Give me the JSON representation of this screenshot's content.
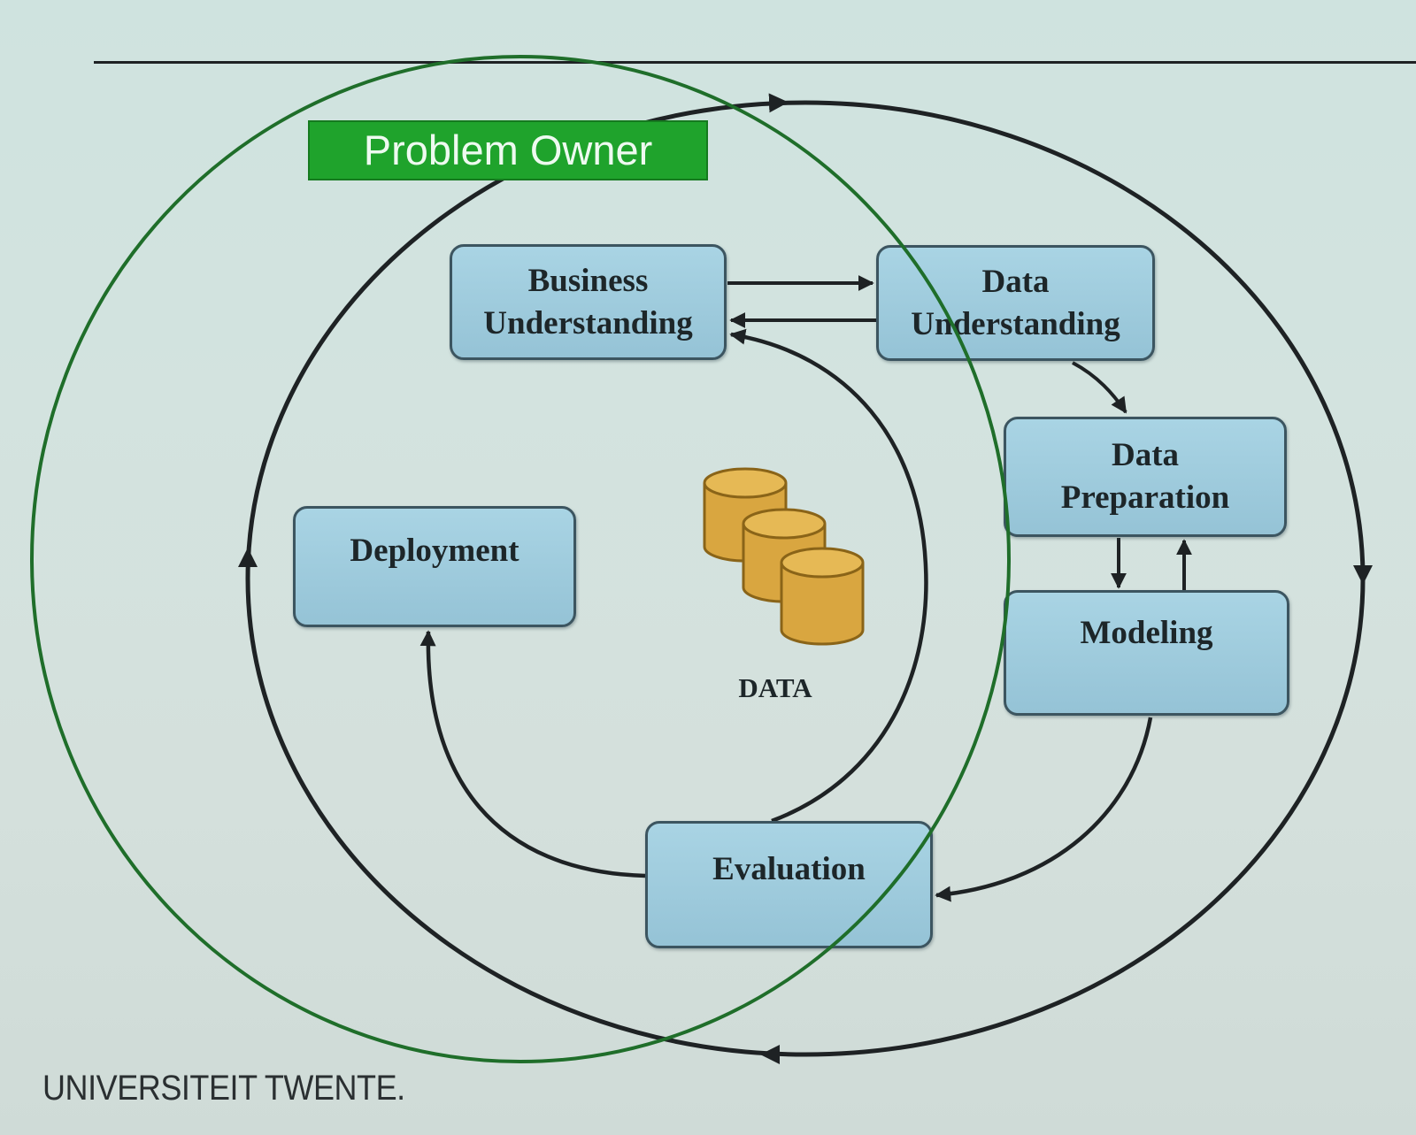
{
  "diagram": {
    "problem_owner_label": "Problem Owner",
    "stages": {
      "business_understanding": "Business\nUnderstanding",
      "data_understanding": "Data\nUnderstanding",
      "data_preparation": "Data\nPreparation",
      "modeling": "Modeling",
      "evaluation": "Evaluation",
      "deployment": "Deployment"
    },
    "data_label": "DATA",
    "colors": {
      "stage_box_fill": "#a0cbdd",
      "stage_box_border": "#3c5560",
      "problem_owner_fill": "#1fa32c",
      "problem_owner_circle": "#1f6e2a",
      "database_fill": "#d9a640",
      "arrow_color": "#1e2224"
    }
  },
  "footer": {
    "university_name": "UNIVERSITEIT TWENTE."
  }
}
